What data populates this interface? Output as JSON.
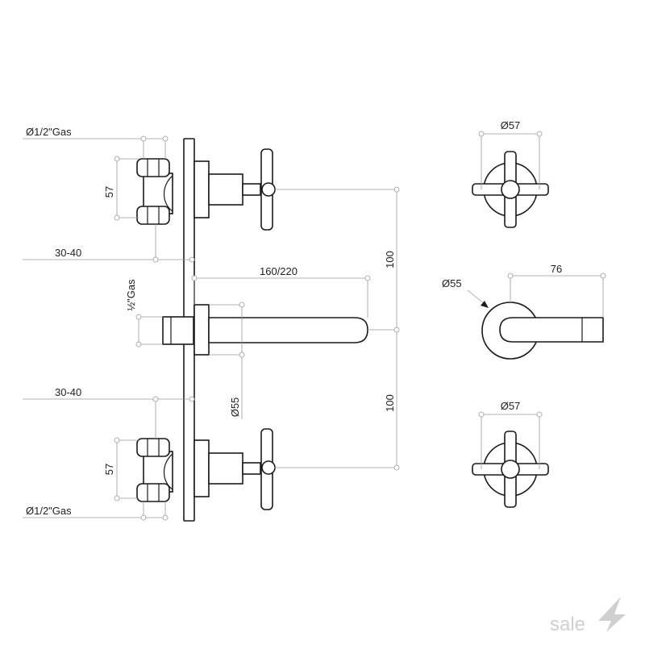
{
  "labels": {
    "pipe_top": "Ø1/2\"Gas",
    "pipe_bottom": "Ø1/2\"Gas",
    "nut_height_top": "57",
    "nut_height_bottom": "57",
    "wall_depth_top": "30-40",
    "wall_depth_bottom": "30-40",
    "spout_length": "160/220",
    "spout_thread": "½\"Gas",
    "spout_diameter": "Ø55",
    "spacing_top": "100",
    "spacing_bottom": "100",
    "handle_top_diameter": "Ø57",
    "handle_bottom_diameter": "Ø57",
    "spout_front_diameter": "Ø55",
    "spout_front_length": "76"
  },
  "watermark": {
    "text": "sale"
  },
  "colors": {
    "line": "#1a1a1a",
    "dimension": "#9a9a9a",
    "watermark": "#d0d0d0"
  }
}
